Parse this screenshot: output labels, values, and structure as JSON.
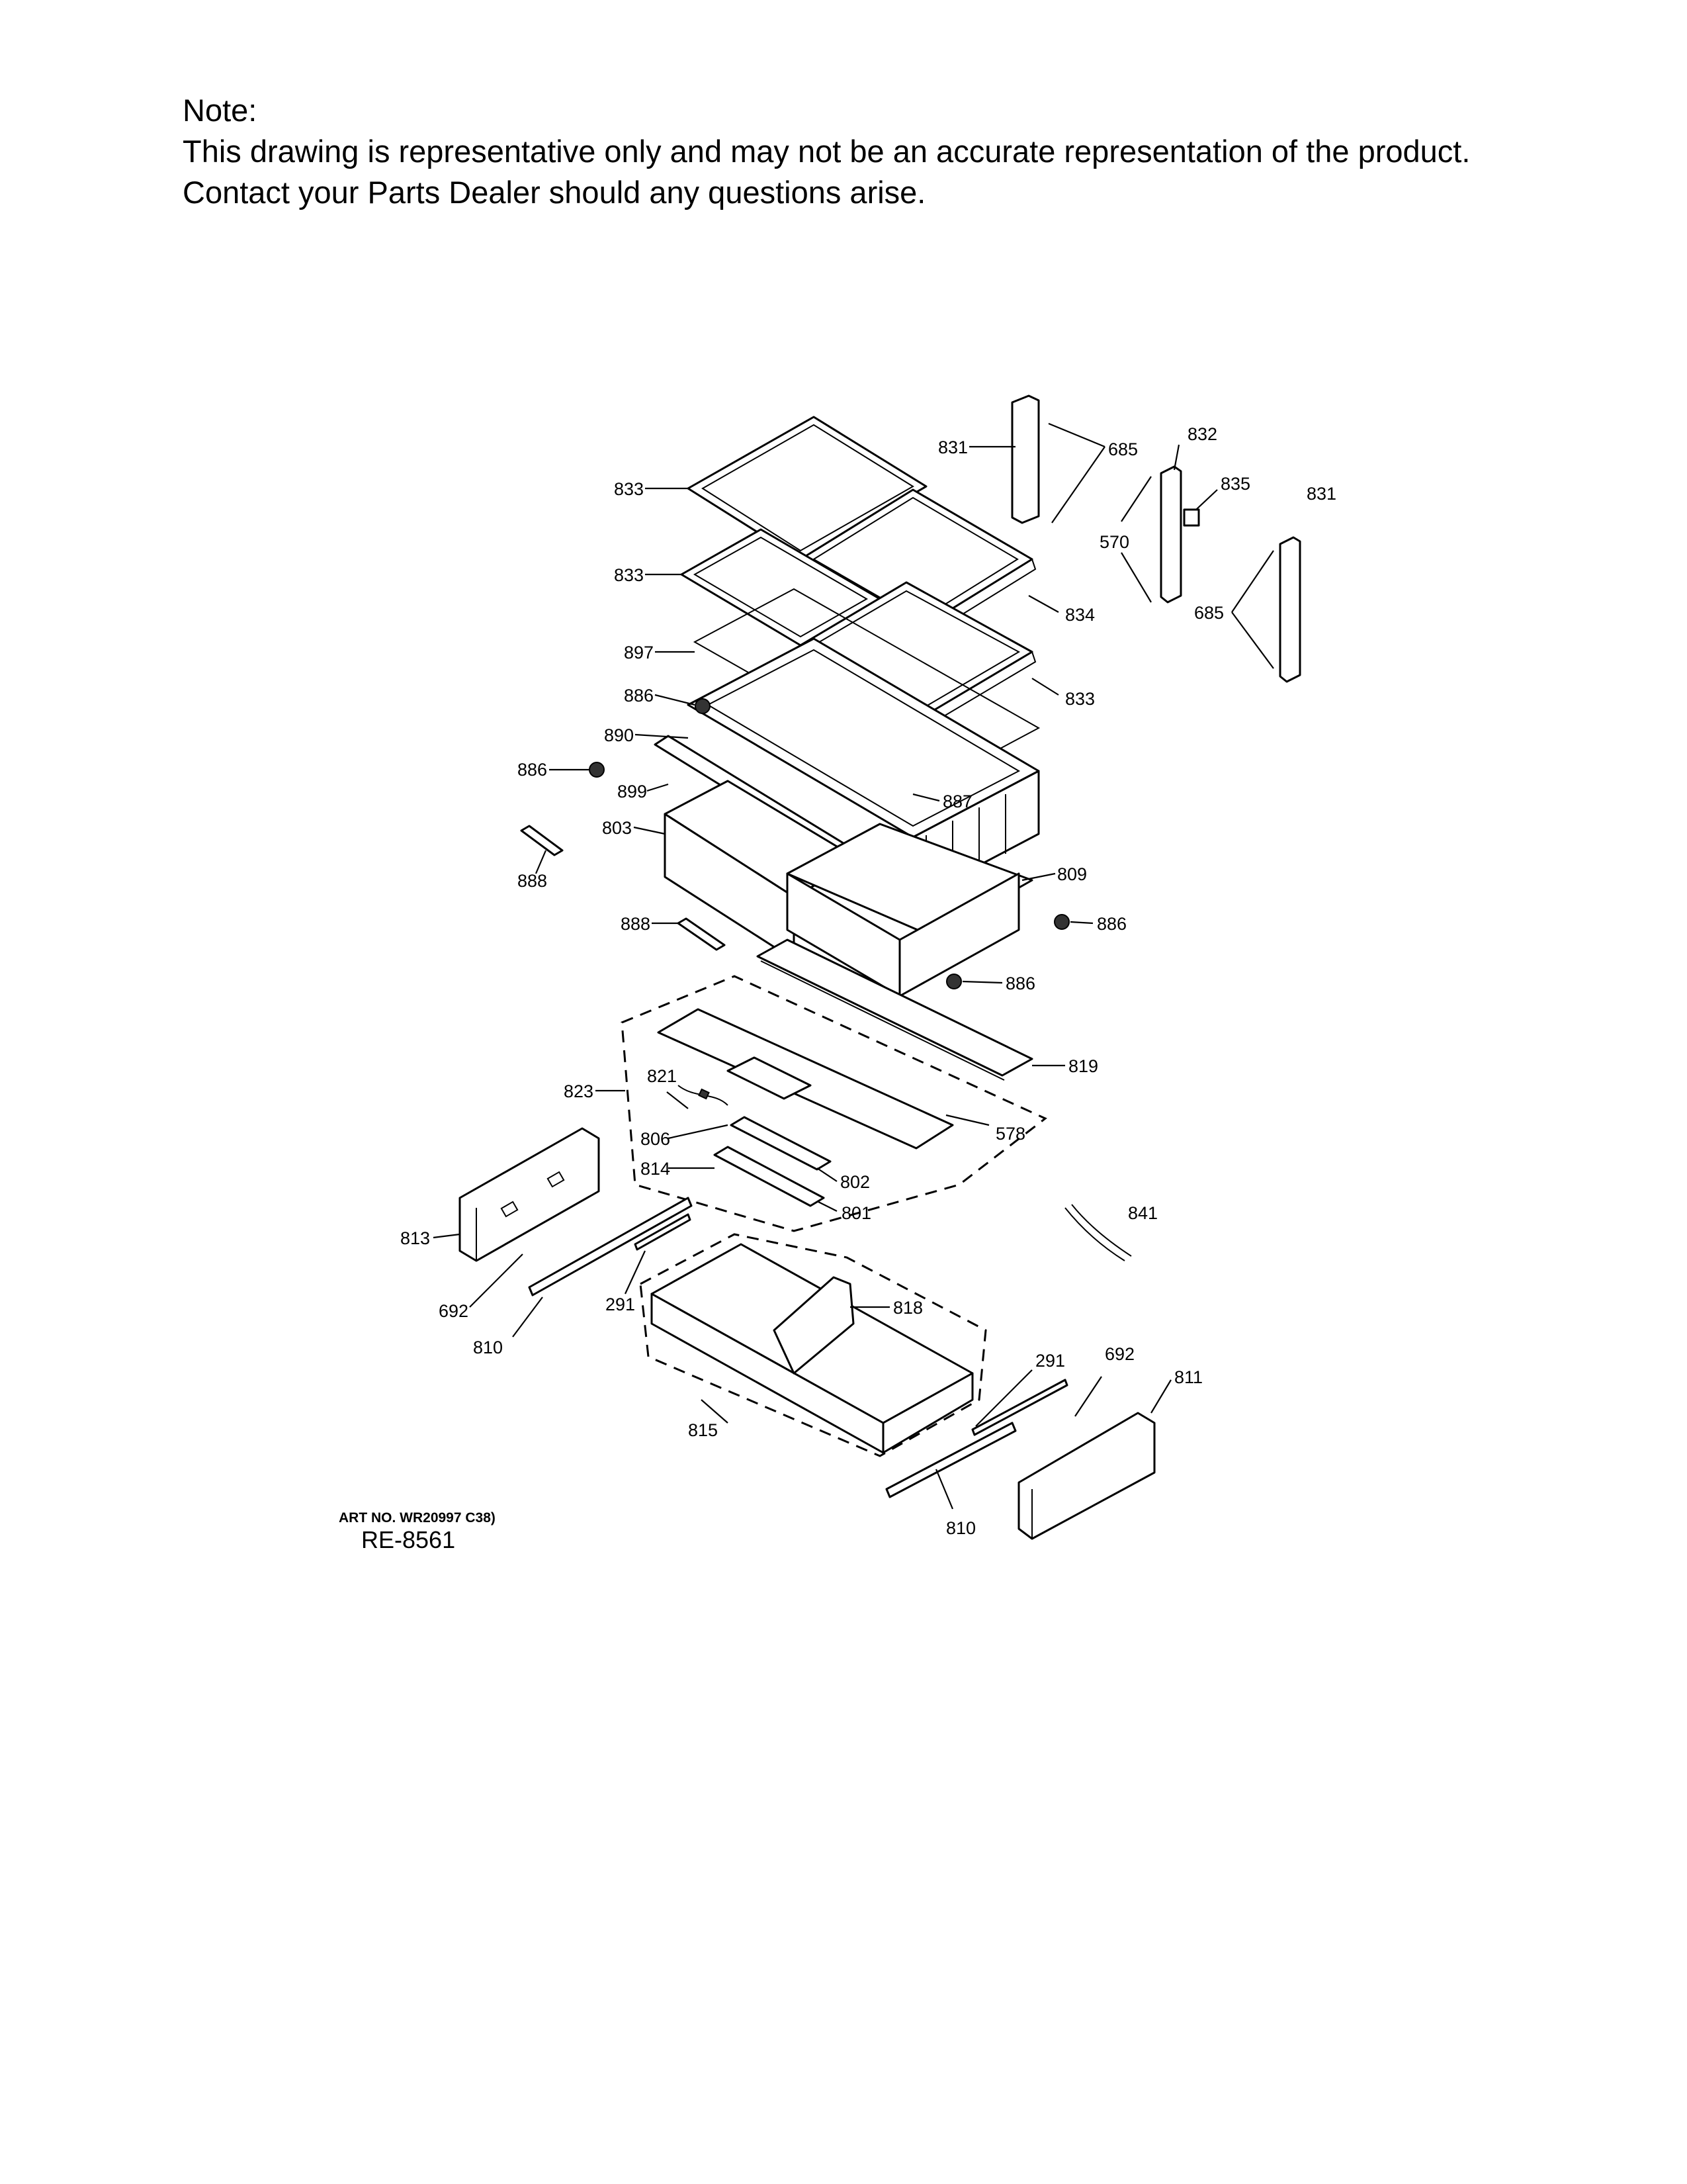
{
  "note": {
    "heading": "Note:",
    "line1": "This drawing is representative only and may not be an accurate representation of the product.",
    "line2": "Contact your Parts Dealer should any questions arise."
  },
  "footer": {
    "art_no": "ART NO. WR20997 C38)",
    "ref": "RE-8561"
  },
  "callouts": [
    "831",
    "685",
    "832",
    "835",
    "831",
    "570",
    "685",
    "833",
    "833",
    "834",
    "897",
    "833",
    "886",
    "890",
    "886",
    "899",
    "887",
    "803",
    "888",
    "809",
    "886",
    "888",
    "886",
    "819",
    "823",
    "821",
    "578",
    "806",
    "814",
    "802",
    "801",
    "813",
    "841",
    "692",
    "291",
    "818",
    "810",
    "291",
    "692",
    "811",
    "815",
    "810"
  ]
}
